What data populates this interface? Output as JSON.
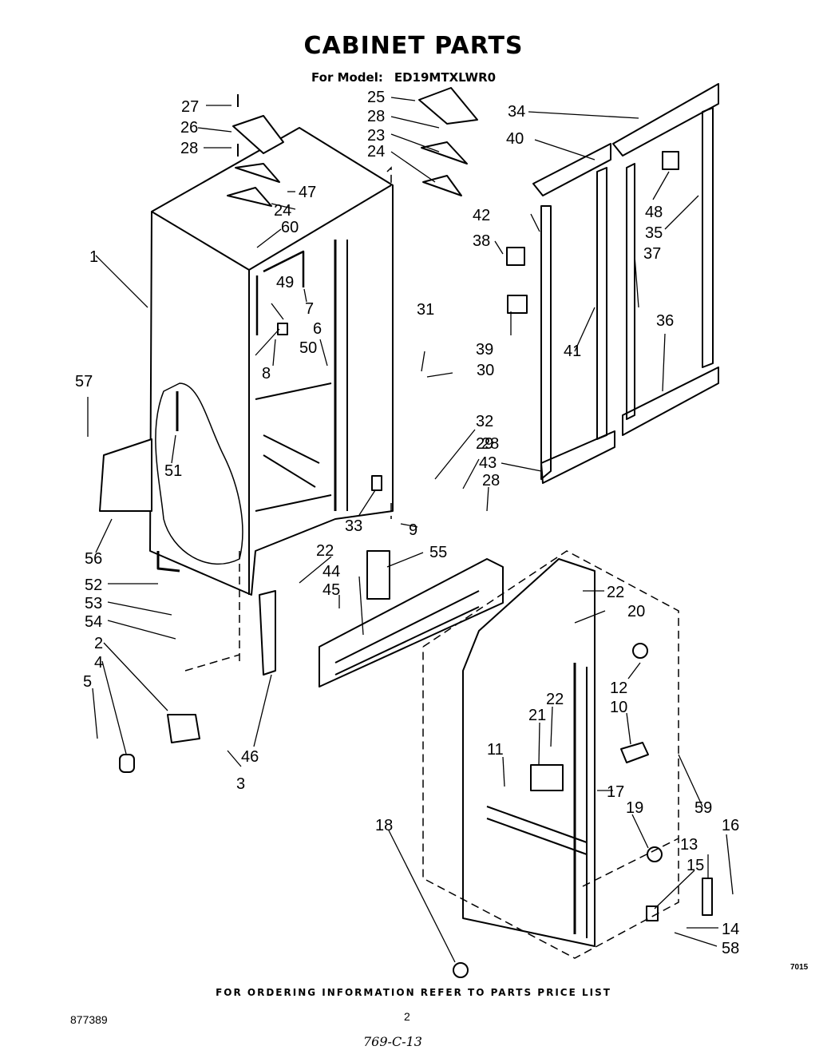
{
  "title": "CABINET PARTS",
  "subtitle": {
    "prefix": "For Model:",
    "model": "ED19MTXLWR0"
  },
  "footer_note": "FOR ORDERING INFORMATION REFER TO PARTS PRICE LIST",
  "document_number": "877389",
  "page_number": "2",
  "handwritten_note": "769-C-13",
  "illustration_code": "7015",
  "part_labels": [
    "1",
    "2",
    "3",
    "4",
    "5",
    "6",
    "7",
    "8",
    "9",
    "10",
    "11",
    "12",
    "13",
    "14",
    "15",
    "16",
    "17",
    "18",
    "19",
    "20",
    "21",
    "22",
    "22",
    "22",
    "23",
    "24",
    "24",
    "25",
    "26",
    "27",
    "28",
    "28",
    "28",
    "28",
    "29",
    "30",
    "31",
    "32",
    "33",
    "34",
    "35",
    "36",
    "37",
    "38",
    "39",
    "40",
    "41",
    "42",
    "43",
    "44",
    "45",
    "46",
    "47",
    "48",
    "49",
    "50",
    "51",
    "52",
    "53",
    "54",
    "55",
    "56",
    "57",
    "58",
    "59",
    "60"
  ]
}
